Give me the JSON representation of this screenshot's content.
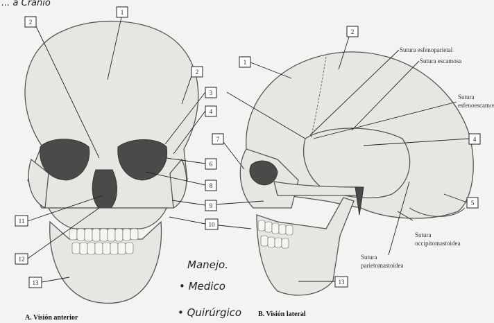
{
  "corner_text": "... a Cranio",
  "anterior": {
    "caption": "A. Visión anterior",
    "boxes": [
      "1",
      "2",
      "3",
      "4",
      "6",
      "8",
      "9",
      "10",
      "11",
      "12",
      "13"
    ]
  },
  "lateral": {
    "caption": "B. Visión lateral",
    "boxes": [
      "1",
      "2",
      "3",
      "4",
      "5",
      "7",
      "13"
    ],
    "labels": {
      "sutura_escamosa_1": "Sutura esfenoparietal",
      "sutura_escamosa_2": "Sutura escamosa",
      "esfenoescamosa_1": "Sutura",
      "esfenoescamosa_2": "esfenoescamosa",
      "occipitomastoidea_1": "Sutura",
      "occipitomastoidea_2": "occipitomastoidea",
      "parietomastoidea_1": "Sutura",
      "parietomastoidea_2": "parietomastoidea"
    }
  },
  "handwriting": {
    "line1": "Manejo.",
    "line2": "• Medico",
    "line3": "• Quirúrgico"
  }
}
